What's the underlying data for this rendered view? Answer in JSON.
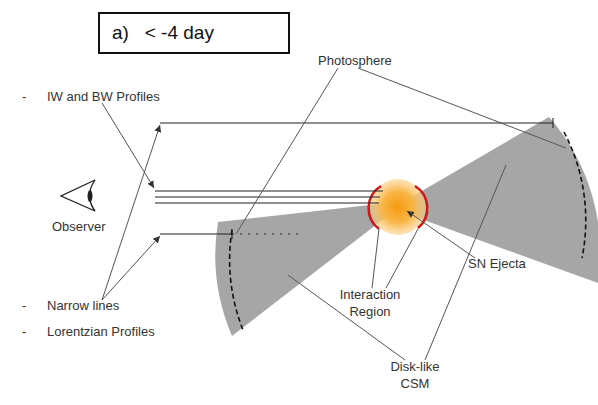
{
  "diagram": {
    "title": "a)   < -4 day",
    "labels": [
      "-",
      "IW and BW Profiles",
      "Photosphere",
      "Observer",
      "-",
      "Narrow lines",
      "-",
      "Lorentzian Profiles",
      "SN Ejecta",
      "Interaction Region",
      "Disk-like CSM"
    ]
  }
}
